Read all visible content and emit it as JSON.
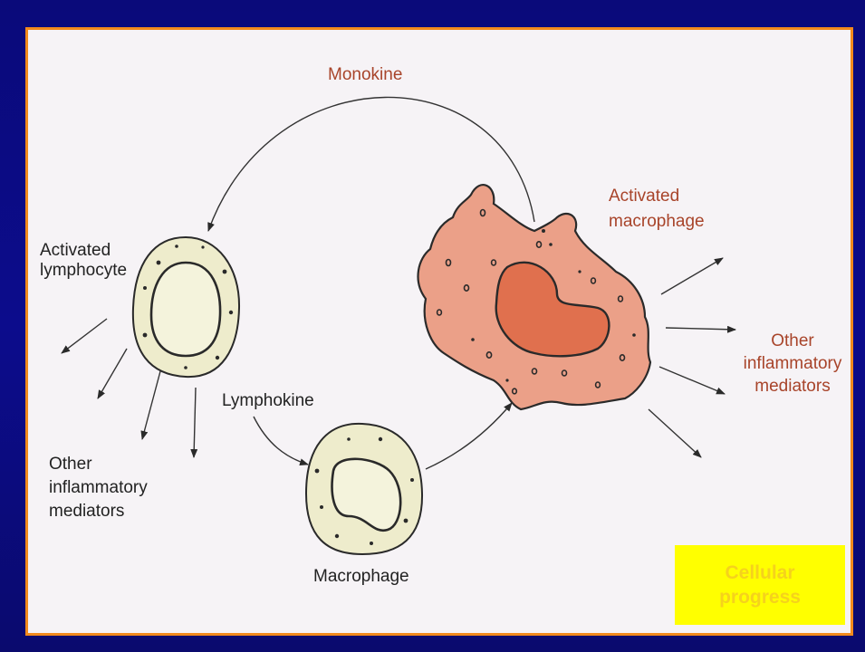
{
  "labels": {
    "monokine": "Monokine",
    "activated_lymphocyte": "Activated\nlymphocyte",
    "lymphokine": "Lymphokine",
    "macrophage": "Macrophage",
    "activated_macrophage": "Activated\nmacrophage",
    "other_mediators_left": "Other\ninflammatory\nmediators",
    "other_mediators_right": "Other\ninflammatory\nmediators"
  },
  "badge": {
    "text": "Cellular\nprogress"
  },
  "colors": {
    "background": "#0c0c8c",
    "frame_border": "#f28a1c",
    "frame_fill": "#f6f3f6",
    "red_label": "#a8442a",
    "badge_fill": "#ffff00",
    "badge_text": "#f5d21c",
    "cell_fill": "#eeeccc",
    "activated_macrophage_fill": "#eba088",
    "nucleus_fill": "#e0704e"
  }
}
